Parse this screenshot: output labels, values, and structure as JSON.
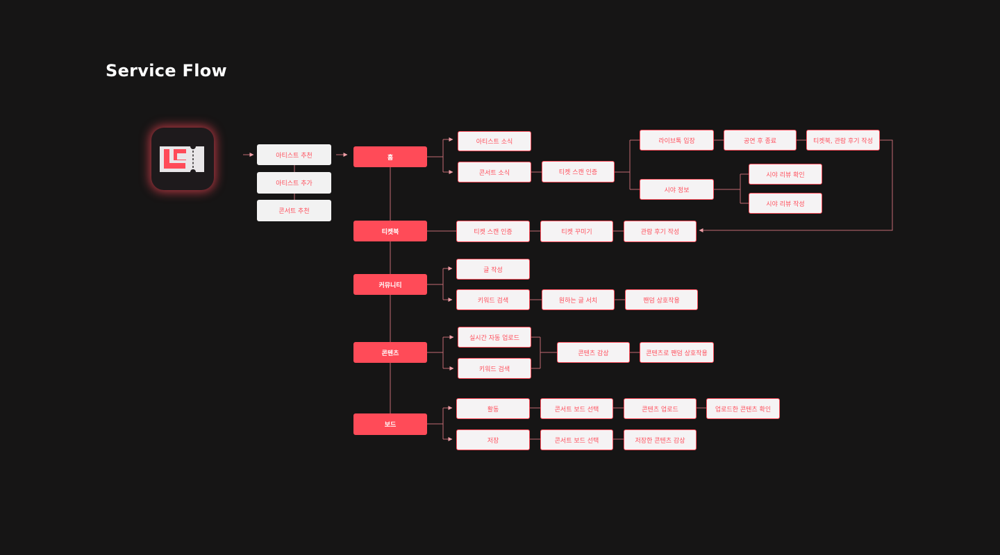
{
  "title": "Service Flow",
  "colors": {
    "accent": "#ff4b58",
    "background": "#161515",
    "gray_node": "#f2f2f2",
    "line": "#c46b74"
  },
  "app_icon": {
    "name": "ticket-icon"
  },
  "onboarding": [
    "아티스트 추천",
    "아티스트 추가",
    "콘서트 추천"
  ],
  "main_nav": [
    "홈",
    "티켓북",
    "커뮤니티",
    "콘텐츠",
    "보드"
  ],
  "home": {
    "artist_news": "아티스트 소식",
    "concert_news": "콘서트 소식",
    "ticket_scan": "티켓 스캔 인증",
    "live_talk": "라이브톡 입장",
    "show_end": "공연 후 종료",
    "write_ticketbook": "티켓북, 관람 후기 작성",
    "seat_info": "시야 정보",
    "seat_review_check": "시야 리뷰 확인",
    "seat_review_write": "시야 리뷰 작성"
  },
  "ticketbook": {
    "ticket_scan": "티켓 스캔 인증",
    "decorate": "티켓 꾸미기",
    "review": "관람 후기 작성"
  },
  "community": {
    "write_post": "글 작성",
    "keyword_search": "키워드 검색",
    "search_post": "원하는 글 서치",
    "fandom": "팬덤 상호작용"
  },
  "contents": {
    "auto_upload": "실시간 자동 업로드",
    "keyword_search": "키워드 검색",
    "watch": "콘텐츠 감상",
    "fandom": "콘텐츠로 팬덤 상호작용"
  },
  "board": {
    "activity": "활동",
    "select_board": "콘서트 보드 선택",
    "upload": "콘텐츠 업로드",
    "check_uploaded": "업로드한 콘텐츠 확인",
    "save": "저장",
    "select_board_2": "콘서트 보드 선택",
    "watch_saved": "저장한 콘텐츠 감상"
  }
}
